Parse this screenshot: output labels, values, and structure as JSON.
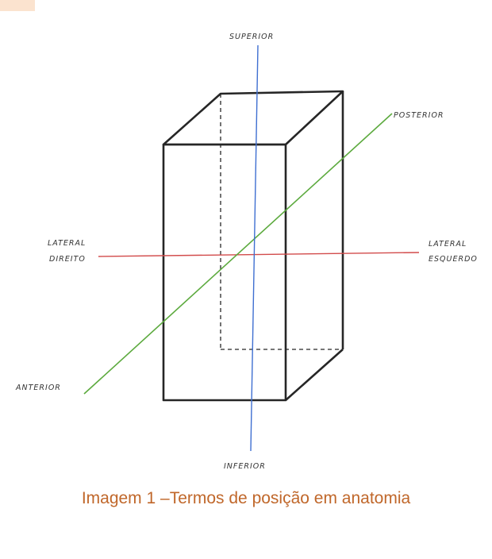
{
  "diagram": {
    "labels": {
      "superior": "SUPERIOR",
      "inferior": "INFERIOR",
      "posterior": "POSTERIOR",
      "anterior": "ANTERIOR",
      "lateral_direito_1": "LATERAL",
      "lateral_direito_2": "DIREITO",
      "lateral_esquerdo_1": "LATERAL",
      "lateral_esquerdo_2": "ESQUERDO"
    },
    "colors": {
      "vertical_axis": "#3f6fd1",
      "horizontal_axis": "#d24b4b",
      "depth_axis": "#5caa3e",
      "box_edges": "#262626",
      "caption": "#c0672a"
    }
  },
  "caption": "Imagem 1 –Termos de posição em anatomia"
}
